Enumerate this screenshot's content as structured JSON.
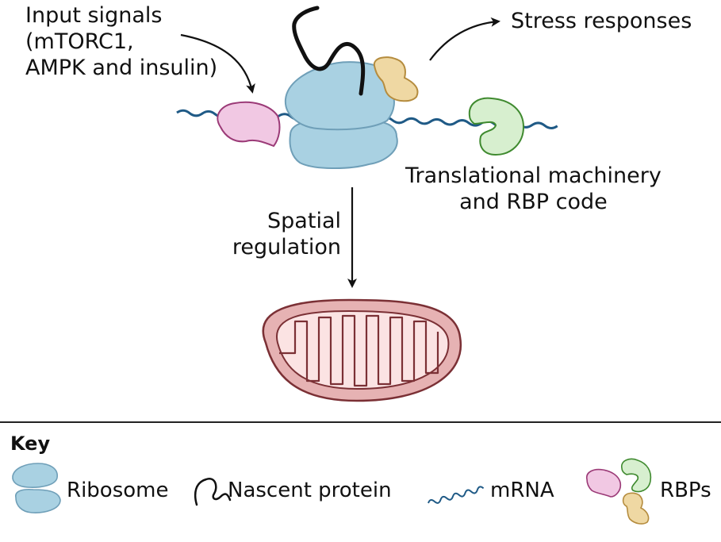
{
  "labels": {
    "input_signals": "Input signals\n(mTORC1,\nAMPK and insulin)",
    "stress_responses": "Stress responses",
    "translational_machinery": "Translational machinery\nand RBP code",
    "spatial_regulation": "Spatial\nregulation"
  },
  "key": {
    "title": "Key",
    "items": [
      {
        "label": "Ribosome",
        "icon": "ribosome-icon"
      },
      {
        "label": "Nascent protein",
        "icon": "nascent-protein-icon"
      },
      {
        "label": "mRNA",
        "icon": "mrna-icon"
      },
      {
        "label": "RBPs",
        "icon": "rbps-icon"
      }
    ]
  },
  "colors": {
    "ribosome_fill": "#a9d1e2",
    "ribosome_stroke": "#6f9fb8",
    "mrna": "#1f5a86",
    "rbp_pink": "#f1c8e3",
    "rbp_pink_stroke": "#9b3a77",
    "rbp_green": "#d7efcf",
    "rbp_green_stroke": "#3f8a2f",
    "rbp_tan": "#efd8a3",
    "rbp_tan_stroke": "#b58c3e",
    "mito_fill": "#e6b2b3",
    "mito_stroke": "#7b3035",
    "mito_inner": "#fbe3e3"
  }
}
